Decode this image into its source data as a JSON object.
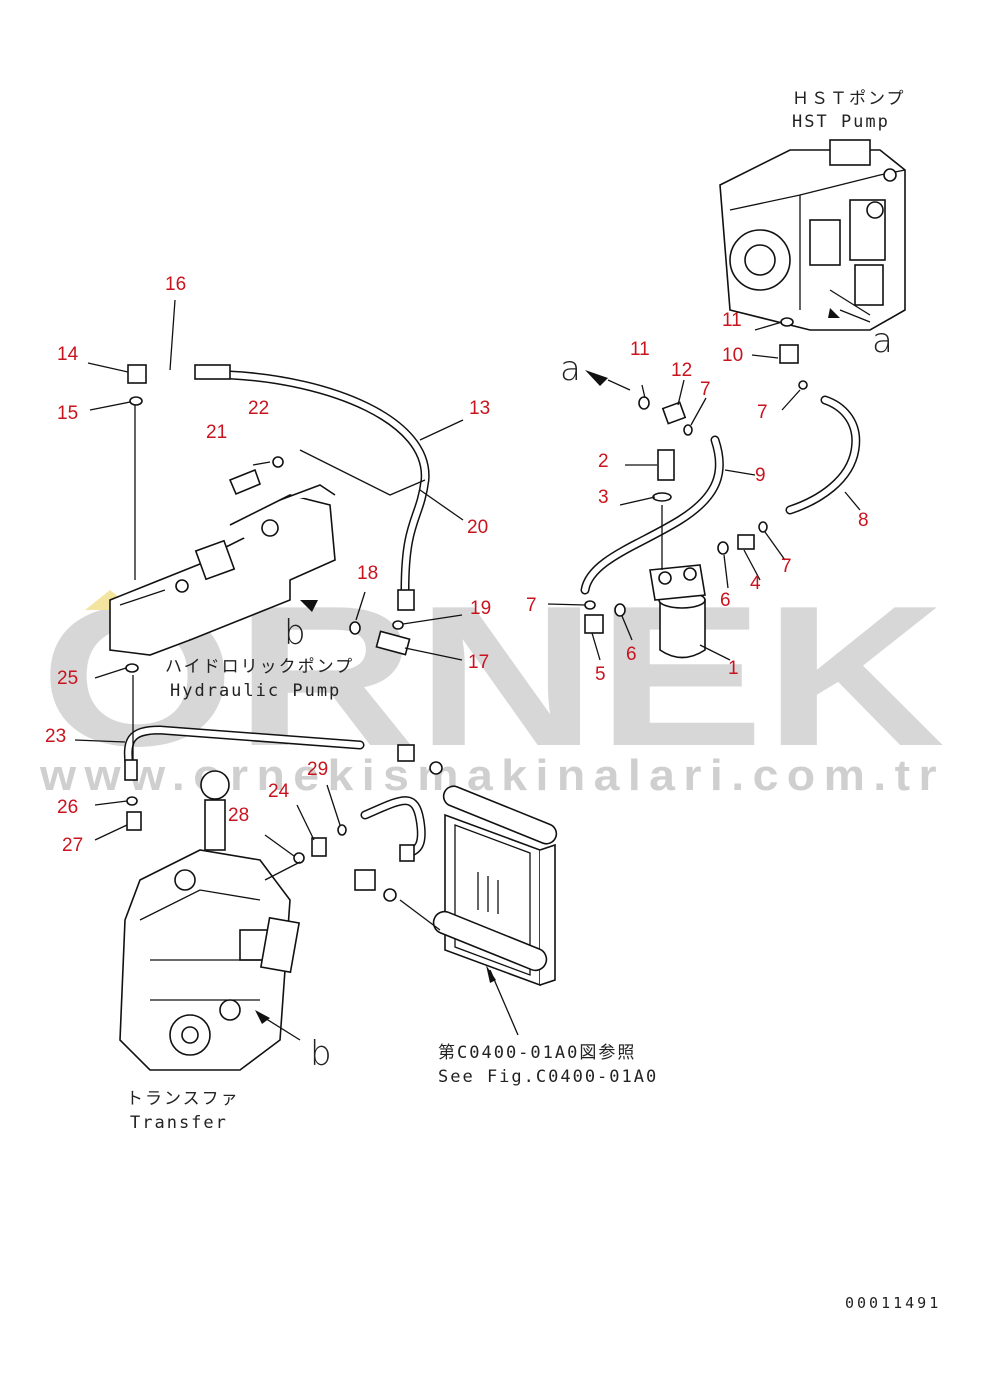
{
  "watermark": {
    "brand": "ORNEK",
    "url": "www.ornekismakinalari.com.tr"
  },
  "labels": {
    "hst_pump_jp": "ＨＳＴポンプ",
    "hst_pump_en": "HST Pump",
    "hydraulic_pump_jp": "ハイドロリックポンプ",
    "hydraulic_pump_en": "Hydraulic Pump",
    "transfer_jp": "トランスファ",
    "transfer_en": "Transfer",
    "see_fig_jp": "第C0400-01A0図参照",
    "see_fig_en": "See Fig.C0400-01A0",
    "letter_a": "a",
    "letter_b": "b",
    "drawing_code": "00011491"
  },
  "callouts": [
    "1",
    "2",
    "3",
    "4",
    "5",
    "6",
    "7",
    "8",
    "9",
    "10",
    "11",
    "12",
    "13",
    "14",
    "15",
    "16",
    "17",
    "18",
    "19",
    "20",
    "21",
    "22",
    "23",
    "24",
    "25",
    "26",
    "27",
    "28",
    "29"
  ],
  "colors": {
    "callout": "#c8141e",
    "line": "#111111",
    "watermark": "#d7d7d7"
  }
}
